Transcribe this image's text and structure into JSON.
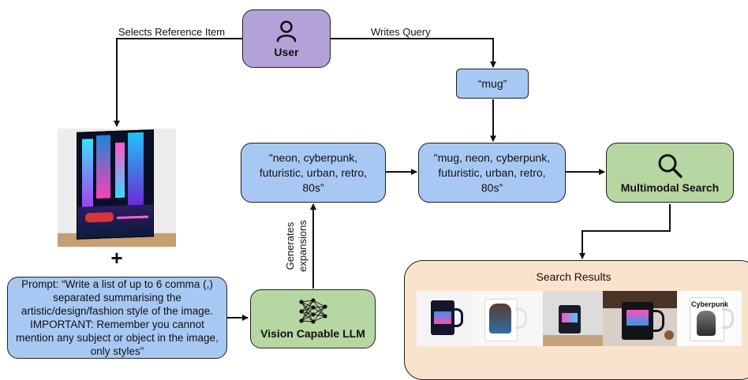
{
  "user": {
    "label": "User",
    "icon": "person-icon"
  },
  "edges": {
    "selects": "Selects Reference Item",
    "writes": "Writes Query",
    "generates": "Generates\nexpansions"
  },
  "query": "“mug”",
  "expansion": "\"neon, cyberpunk, futuristic, urban, retro, 80s”",
  "combined": "\"mug, neon, cyberpunk, futuristic, urban, retro, 80s”",
  "search": {
    "label": "Multimodal Search",
    "icon": "magnifier-icon"
  },
  "llm": {
    "label": "Vision Capable LLM",
    "icon": "neural-network-icon"
  },
  "prompt": "Prompt: “Write a list of up to 6 comma (,) separated summarising the artistic/design/fashion style of the image. IMPORTANT: Remember you cannot mention any subject or object in the image, only styles”",
  "plus": "+",
  "results": {
    "title": "Search Results",
    "thumbs": [
      "Cyberpunk"
    ]
  },
  "colors": {
    "blue": "#a8c8f4",
    "green": "#b7d7a2",
    "purple": "#b3a2d8",
    "peach": "#fae3cc"
  }
}
